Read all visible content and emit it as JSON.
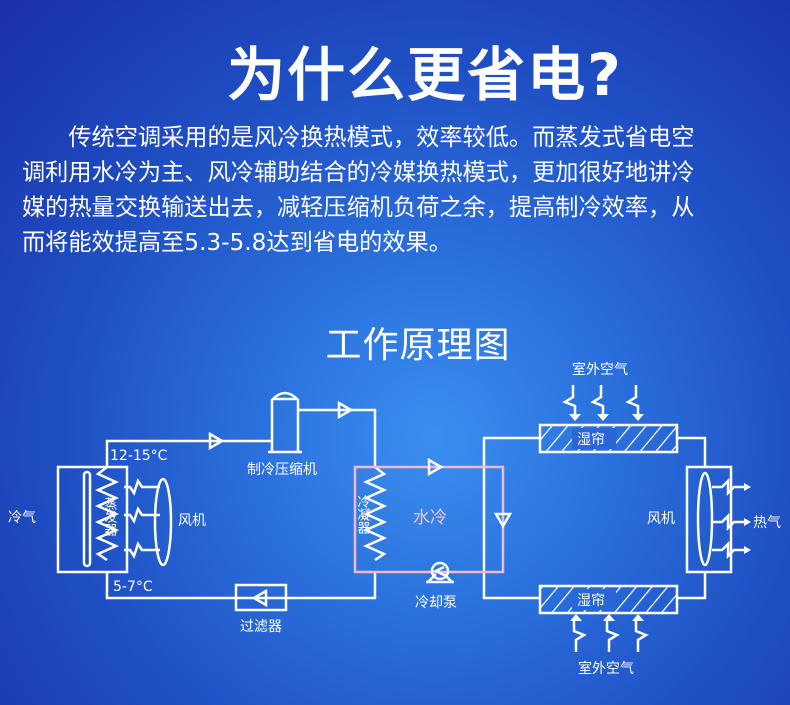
{
  "title": "为什么更省电?",
  "paragraph": [
    "　　传统空调采用的是风冷换热模式，效率较低。而蒸发式省电空",
    "调利用水冷为主、风冷辅助结合的冷媒换热模式，更加很好地讲冷",
    "媒的热量交换输送出去，减轻压缩机负荷之余，提高制冷效率，从",
    "而将能效提高至5.3-5.8达到省电的效果。"
  ],
  "subtitle": "工作原理图",
  "diagram": {
    "temp_high": "12-15°C",
    "temp_low": "5-7°C",
    "compressor": "制冷压缩机",
    "filter": "过滤器",
    "cold_air": "冷气",
    "fan_left": "风机",
    "evaporator": "蒸发器",
    "condenser": "冷凝器",
    "water_cooling": "水冷",
    "pump": "冷却泵",
    "wet_curtain_top": "湿帘",
    "wet_curtain_bottom": "湿帘",
    "outdoor_air_top": "室外空气",
    "outdoor_air_bottom": "室外空气",
    "fan_right": "风机",
    "hot_air": "热气",
    "colors": {
      "line": "#ffffff",
      "water_loop": "#f2b8cf"
    }
  }
}
